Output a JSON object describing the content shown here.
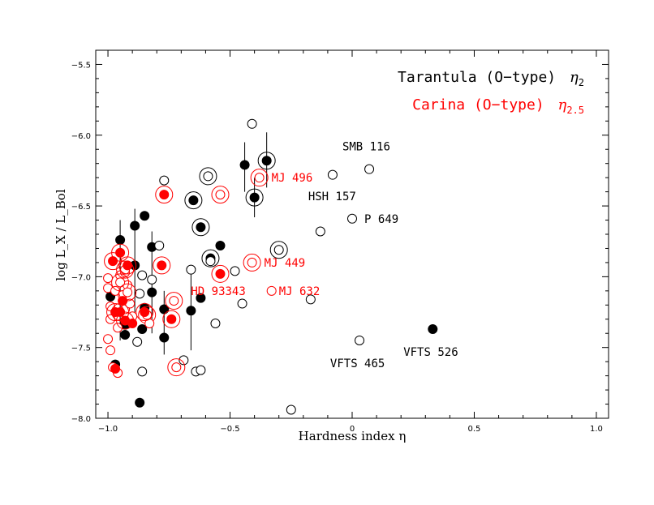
{
  "chart_data": {
    "type": "scatter",
    "xlabel": "Hardness index η",
    "ylabel": "log L_X / L_Bol",
    "xlim": [
      -1.05,
      1.05
    ],
    "ylim": [
      -8.0,
      -5.4
    ],
    "x_ticks": [
      -1.0,
      -0.5,
      0.0,
      0.5,
      1.0
    ],
    "x_tick_labels": [
      "−1.0",
      "−0.5",
      "0",
      "0.5",
      "1.0"
    ],
    "y_ticks": [
      -8.0,
      -7.5,
      -7.0,
      -6.5,
      -6.0,
      -5.5
    ],
    "y_tick_labels": [
      "−8.0",
      "−7.5",
      "−7.0",
      "−6.5",
      "−6.0",
      "−5.5"
    ],
    "grid": false,
    "legend_position": "top-right",
    "colors": {
      "tarantula": "#000000",
      "carina": "#ff0000"
    },
    "legend": [
      {
        "name": "Tarantula (O−type)",
        "subscript": "2",
        "color": "#000000"
      },
      {
        "name": "Carina (O−type)",
        "subscript": "2.5",
        "color": "#ff0000"
      }
    ],
    "series": [
      {
        "name": "Tarantula (O−type)",
        "color": "#000000",
        "points": [
          {
            "x": -0.97,
            "y": -7.62,
            "filled": true
          },
          {
            "x": -0.99,
            "y": -7.14,
            "filled": true
          },
          {
            "x": -0.95,
            "y": -6.74,
            "filled": true
          },
          {
            "x": -0.93,
            "y": -7.34,
            "filled": true
          },
          {
            "x": -0.93,
            "y": -7.41,
            "filled": true
          },
          {
            "x": -0.89,
            "y": -6.64,
            "filled": true
          },
          {
            "x": -0.89,
            "y": -6.92,
            "filled": true
          },
          {
            "x": -0.86,
            "y": -7.37,
            "filled": true
          },
          {
            "x": -0.85,
            "y": -6.57,
            "filled": true
          },
          {
            "x": -0.85,
            "y": -7.22,
            "filled": true
          },
          {
            "x": -0.82,
            "y": -6.79,
            "filled": true
          },
          {
            "x": -0.82,
            "y": -7.11,
            "filled": true
          },
          {
            "x": -0.77,
            "y": -7.23,
            "filled": true
          },
          {
            "x": -0.77,
            "y": -7.43,
            "filled": true
          },
          {
            "x": -0.87,
            "y": -7.89,
            "filled": true
          },
          {
            "x": -0.66,
            "y": -7.24,
            "filled": true
          },
          {
            "x": -0.65,
            "y": -6.46,
            "filled": true,
            "ring": true
          },
          {
            "x": -0.62,
            "y": -6.65,
            "filled": true,
            "ring": true
          },
          {
            "x": -0.62,
            "y": -7.15,
            "filled": true
          },
          {
            "x": -0.58,
            "y": -6.87,
            "filled": true,
            "ring": true
          },
          {
            "x": -0.54,
            "y": -6.78,
            "filled": true
          },
          {
            "x": -0.44,
            "y": -6.21,
            "filled": true
          },
          {
            "x": -0.4,
            "y": -6.44,
            "filled": true,
            "ring": true
          },
          {
            "x": -0.35,
            "y": -6.18,
            "filled": true,
            "ring": true
          },
          {
            "x": 0.33,
            "y": -7.37,
            "filled": true
          },
          {
            "x": -0.77,
            "y": -6.32,
            "filled": false
          },
          {
            "x": -0.79,
            "y": -6.78,
            "filled": false
          },
          {
            "x": -0.86,
            "y": -6.99,
            "filled": false
          },
          {
            "x": -0.87,
            "y": -7.12,
            "filled": false
          },
          {
            "x": -0.88,
            "y": -7.46,
            "filled": false
          },
          {
            "x": -0.86,
            "y": -7.67,
            "filled": false
          },
          {
            "x": -0.82,
            "y": -7.02,
            "filled": false
          },
          {
            "x": -0.69,
            "y": -7.59,
            "filled": false
          },
          {
            "x": -0.66,
            "y": -6.95,
            "filled": false
          },
          {
            "x": -0.64,
            "y": -7.67,
            "filled": false
          },
          {
            "x": -0.62,
            "y": -7.66,
            "filled": false
          },
          {
            "x": -0.59,
            "y": -6.29,
            "filled": false,
            "ring": true
          },
          {
            "x": -0.58,
            "y": -6.89,
            "filled": false
          },
          {
            "x": -0.56,
            "y": -7.33,
            "filled": false
          },
          {
            "x": -0.48,
            "y": -6.96,
            "filled": false
          },
          {
            "x": -0.45,
            "y": -7.19,
            "filled": false
          },
          {
            "x": -0.41,
            "y": -5.92,
            "filled": false
          },
          {
            "x": -0.3,
            "y": -6.81,
            "filled": false,
            "ring": true
          },
          {
            "x": -0.25,
            "y": -7.94,
            "filled": false
          },
          {
            "x": -0.17,
            "y": -7.16,
            "filled": false
          },
          {
            "x": -0.13,
            "y": -6.68,
            "filled": false
          },
          {
            "x": -0.08,
            "y": -6.28,
            "filled": false
          },
          {
            "x": 0.0,
            "y": -6.59,
            "filled": false
          },
          {
            "x": 0.03,
            "y": -7.45,
            "filled": false
          },
          {
            "x": 0.07,
            "y": -6.24,
            "filled": false
          }
        ]
      },
      {
        "name": "Carina (O−type)",
        "color": "#ff0000",
        "points": [
          {
            "x": -1.0,
            "y": -7.01,
            "filled": false
          },
          {
            "x": -1.0,
            "y": -7.08,
            "filled": false
          },
          {
            "x": -0.99,
            "y": -7.21,
            "filled": false
          },
          {
            "x": -0.99,
            "y": -7.3,
            "filled": false
          },
          {
            "x": -1.0,
            "y": -7.44,
            "filled": false
          },
          {
            "x": -0.99,
            "y": -7.52,
            "filled": false
          },
          {
            "x": -0.98,
            "y": -7.64,
            "filled": false
          },
          {
            "x": -0.96,
            "y": -7.68,
            "filled": false
          },
          {
            "x": -0.97,
            "y": -7.1,
            "filled": false
          },
          {
            "x": -0.96,
            "y": -7.36,
            "filled": false
          },
          {
            "x": -0.95,
            "y": -6.99,
            "filled": false
          },
          {
            "x": -0.94,
            "y": -7.13,
            "filled": false
          },
          {
            "x": -0.93,
            "y": -6.97,
            "filled": false
          },
          {
            "x": -0.93,
            "y": -7.23,
            "filled": false
          },
          {
            "x": -0.92,
            "y": -7.06,
            "filled": false
          },
          {
            "x": -0.91,
            "y": -7.19,
            "filled": false
          },
          {
            "x": -0.95,
            "y": -7.04,
            "filled": false,
            "ring": true
          },
          {
            "x": -0.93,
            "y": -6.95,
            "filled": false,
            "ring": true
          },
          {
            "x": -0.92,
            "y": -7.11,
            "filled": false,
            "ring": true
          },
          {
            "x": -0.9,
            "y": -7.28,
            "filled": false
          },
          {
            "x": -0.84,
            "y": -7.27,
            "filled": false,
            "ring": true
          },
          {
            "x": -0.83,
            "y": -7.33,
            "filled": false
          },
          {
            "x": -0.73,
            "y": -7.17,
            "filled": false,
            "ring": true
          },
          {
            "x": -0.72,
            "y": -7.64,
            "filled": false,
            "ring": true
          },
          {
            "x": -0.54,
            "y": -6.42,
            "filled": false,
            "ring": true
          },
          {
            "x": -0.33,
            "y": -7.1,
            "filled": false
          },
          {
            "x": -0.98,
            "y": -6.89,
            "filled": true,
            "ring": true
          },
          {
            "x": -0.95,
            "y": -6.83,
            "filled": true,
            "ring": true
          },
          {
            "x": -0.92,
            "y": -6.92,
            "filled": true,
            "ring": true
          },
          {
            "x": -0.97,
            "y": -7.25,
            "filled": true,
            "ring": true
          },
          {
            "x": -0.95,
            "y": -7.25,
            "filled": true,
            "ring": true
          },
          {
            "x": -0.94,
            "y": -7.17,
            "filled": true
          },
          {
            "x": -0.93,
            "y": -7.31,
            "filled": true,
            "ring": true
          },
          {
            "x": -0.97,
            "y": -7.65,
            "filled": true
          },
          {
            "x": -0.9,
            "y": -7.33,
            "filled": true
          },
          {
            "x": -0.85,
            "y": -7.25,
            "filled": true,
            "ring": true
          },
          {
            "x": -0.77,
            "y": -6.42,
            "filled": true,
            "ring": true
          },
          {
            "x": -0.78,
            "y": -6.92,
            "filled": true,
            "ring": true
          },
          {
            "x": -0.74,
            "y": -7.3,
            "filled": true,
            "ring": true
          },
          {
            "x": -0.54,
            "y": -6.98,
            "filled": true,
            "ring": true
          },
          {
            "x": -0.41,
            "y": -6.9,
            "filled": false,
            "ring": true
          },
          {
            "x": -0.38,
            "y": -6.3,
            "filled": false,
            "ring": true
          }
        ]
      }
    ],
    "error_bars": [
      {
        "x": -0.95,
        "y1": -6.6,
        "y2": -7.45
      },
      {
        "x": -0.89,
        "y1": -6.52,
        "y2": -7.25
      },
      {
        "x": -0.82,
        "y1": -6.68,
        "y2": -7.4
      },
      {
        "x": -0.77,
        "y1": -7.1,
        "y2": -7.55
      },
      {
        "x": -0.66,
        "y1": -6.95,
        "y2": -7.52
      },
      {
        "x": -0.44,
        "y1": -6.05,
        "y2": -6.4
      },
      {
        "x": -0.4,
        "y1": -6.3,
        "y2": -6.58
      },
      {
        "x": -0.35,
        "y1": -5.98,
        "y2": -6.37
      }
    ],
    "annotations": [
      {
        "text": "SMB 116",
        "x": -0.04,
        "y": -6.08,
        "color": "#000000"
      },
      {
        "text": "HSH 157",
        "x": -0.18,
        "y": -6.43,
        "color": "#000000"
      },
      {
        "text": "P 649",
        "x": 0.05,
        "y": -6.59,
        "color": "#000000"
      },
      {
        "text": "MJ 496",
        "x": -0.33,
        "y": -6.3,
        "color": "#ff0000"
      },
      {
        "text": "MJ 449",
        "x": -0.36,
        "y": -6.9,
        "color": "#ff0000"
      },
      {
        "text": "HD 93343",
        "x": -0.66,
        "y": -7.1,
        "color": "#ff0000"
      },
      {
        "text": "MJ 632",
        "x": -0.3,
        "y": -7.1,
        "color": "#ff0000"
      },
      {
        "text": "VFTS 465",
        "x": -0.09,
        "y": -7.61,
        "color": "#000000"
      },
      {
        "text": "VFTS 526",
        "x": 0.21,
        "y": -7.53,
        "color": "#000000"
      }
    ]
  }
}
